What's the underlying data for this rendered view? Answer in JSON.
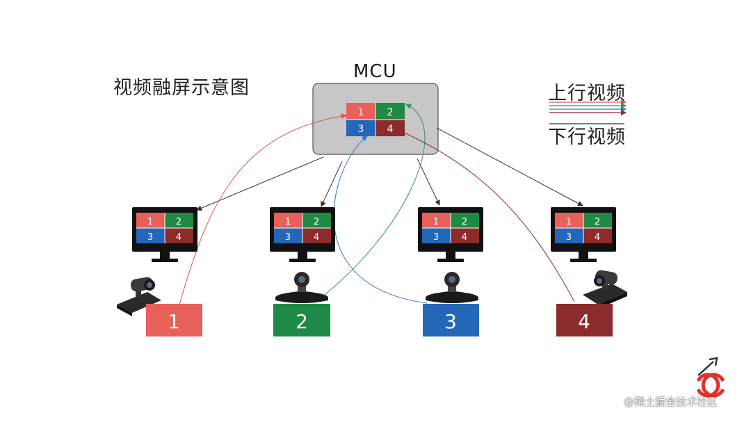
{
  "diagram": {
    "title": "视频融屏示意图",
    "mcu_label": "MCU",
    "legend": {
      "upstream": "上行视频",
      "downstream": "下行视频"
    },
    "panel_labels": [
      "1",
      "2",
      "3",
      "4"
    ],
    "participants": [
      "1",
      "2",
      "3",
      "4"
    ]
  },
  "colors": {
    "participant_1": "#e8605a",
    "participant_2": "#1f8a45",
    "participant_3": "#2466b8",
    "participant_4": "#8c2b2b",
    "mcu_fill": "#c7c7c7",
    "downstream_line": "#333333"
  },
  "watermark": "@稀土掘金技术社区"
}
